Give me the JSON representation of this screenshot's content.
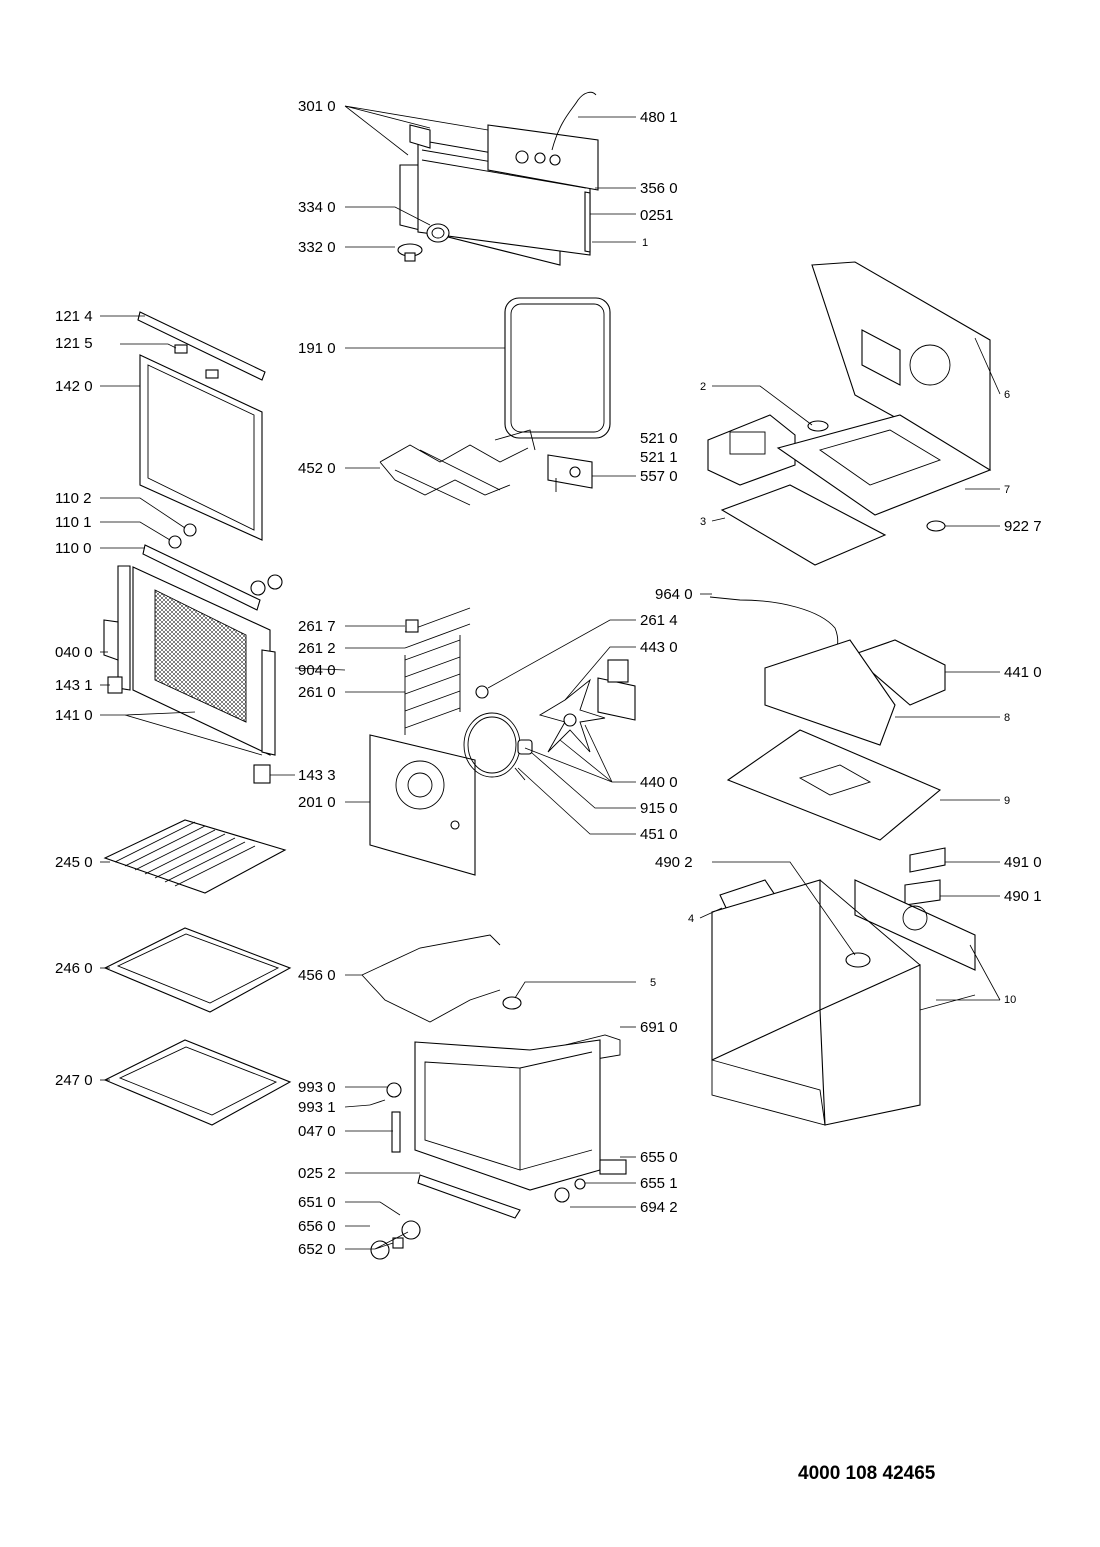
{
  "document_number": "4000 108 42465",
  "labels": {
    "l3010": "301 0",
    "l4801": "480 1",
    "l3560": "356 0",
    "l0251": "0251",
    "l1": "1",
    "l3340": "334 0",
    "l3320": "332 0",
    "l1214": "121 4",
    "l1215": "121 5",
    "l1420": "142 0",
    "l1910": "191 0",
    "l6": "6",
    "l2": "2",
    "l5210": "521 0",
    "l5211": "521 1",
    "l4520": "452 0",
    "l5570": "557 0",
    "l7": "7",
    "l3": "3",
    "l9227": "922 7",
    "l1102": "110 2",
    "l1101": "110 1",
    "l1100": "110 0",
    "l9640": "964 0",
    "l2614": "261 4",
    "l2617": "261 7",
    "l2612": "261 2",
    "l4430": "443 0",
    "l0400": "040 0",
    "l9040": "904 0",
    "l4410": "441 0",
    "l1431": "143 1",
    "l2610": "261 0",
    "l1410": "141 0",
    "l8": "8",
    "l4400": "440 0",
    "l1433": "143 3",
    "l2010": "201 0",
    "l9150": "915 0",
    "l9": "9",
    "l4510": "451 0",
    "l2450": "245 0",
    "l4902": "490 2",
    "l4910": "491 0",
    "l4": "4",
    "l4901": "490 1",
    "l2460": "246 0",
    "l4560": "456 0",
    "l10": "10",
    "l5": "5",
    "l6910": "691 0",
    "l2470": "247 0",
    "l9930": "993 0",
    "l9931": "993 1",
    "l0470": "047 0",
    "l6550": "655 0",
    "l0252": "025 2",
    "l6551": "655 1",
    "l6510": "651 0",
    "l6942": "694 2",
    "l6560": "656 0",
    "l6520": "652 0"
  }
}
